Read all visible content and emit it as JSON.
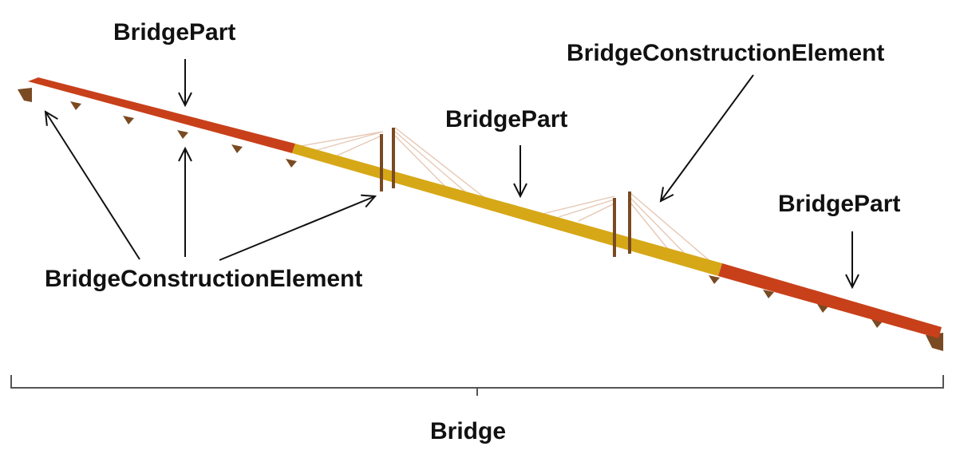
{
  "labels": {
    "bridge_part_left": "BridgePart",
    "bridge_part_middle": "BridgePart",
    "bridge_part_right": "BridgePart",
    "construction_element_left": "BridgeConstructionElement",
    "construction_element_right": "BridgeConstructionElement",
    "bridge": "Bridge"
  },
  "colors": {
    "approach_deck": "#c8401a",
    "main_span_deck": "#d6a817",
    "pier": "#7a4a22",
    "cable": "#e6c8b4",
    "arrow": "#111111",
    "brace": "#555555"
  }
}
